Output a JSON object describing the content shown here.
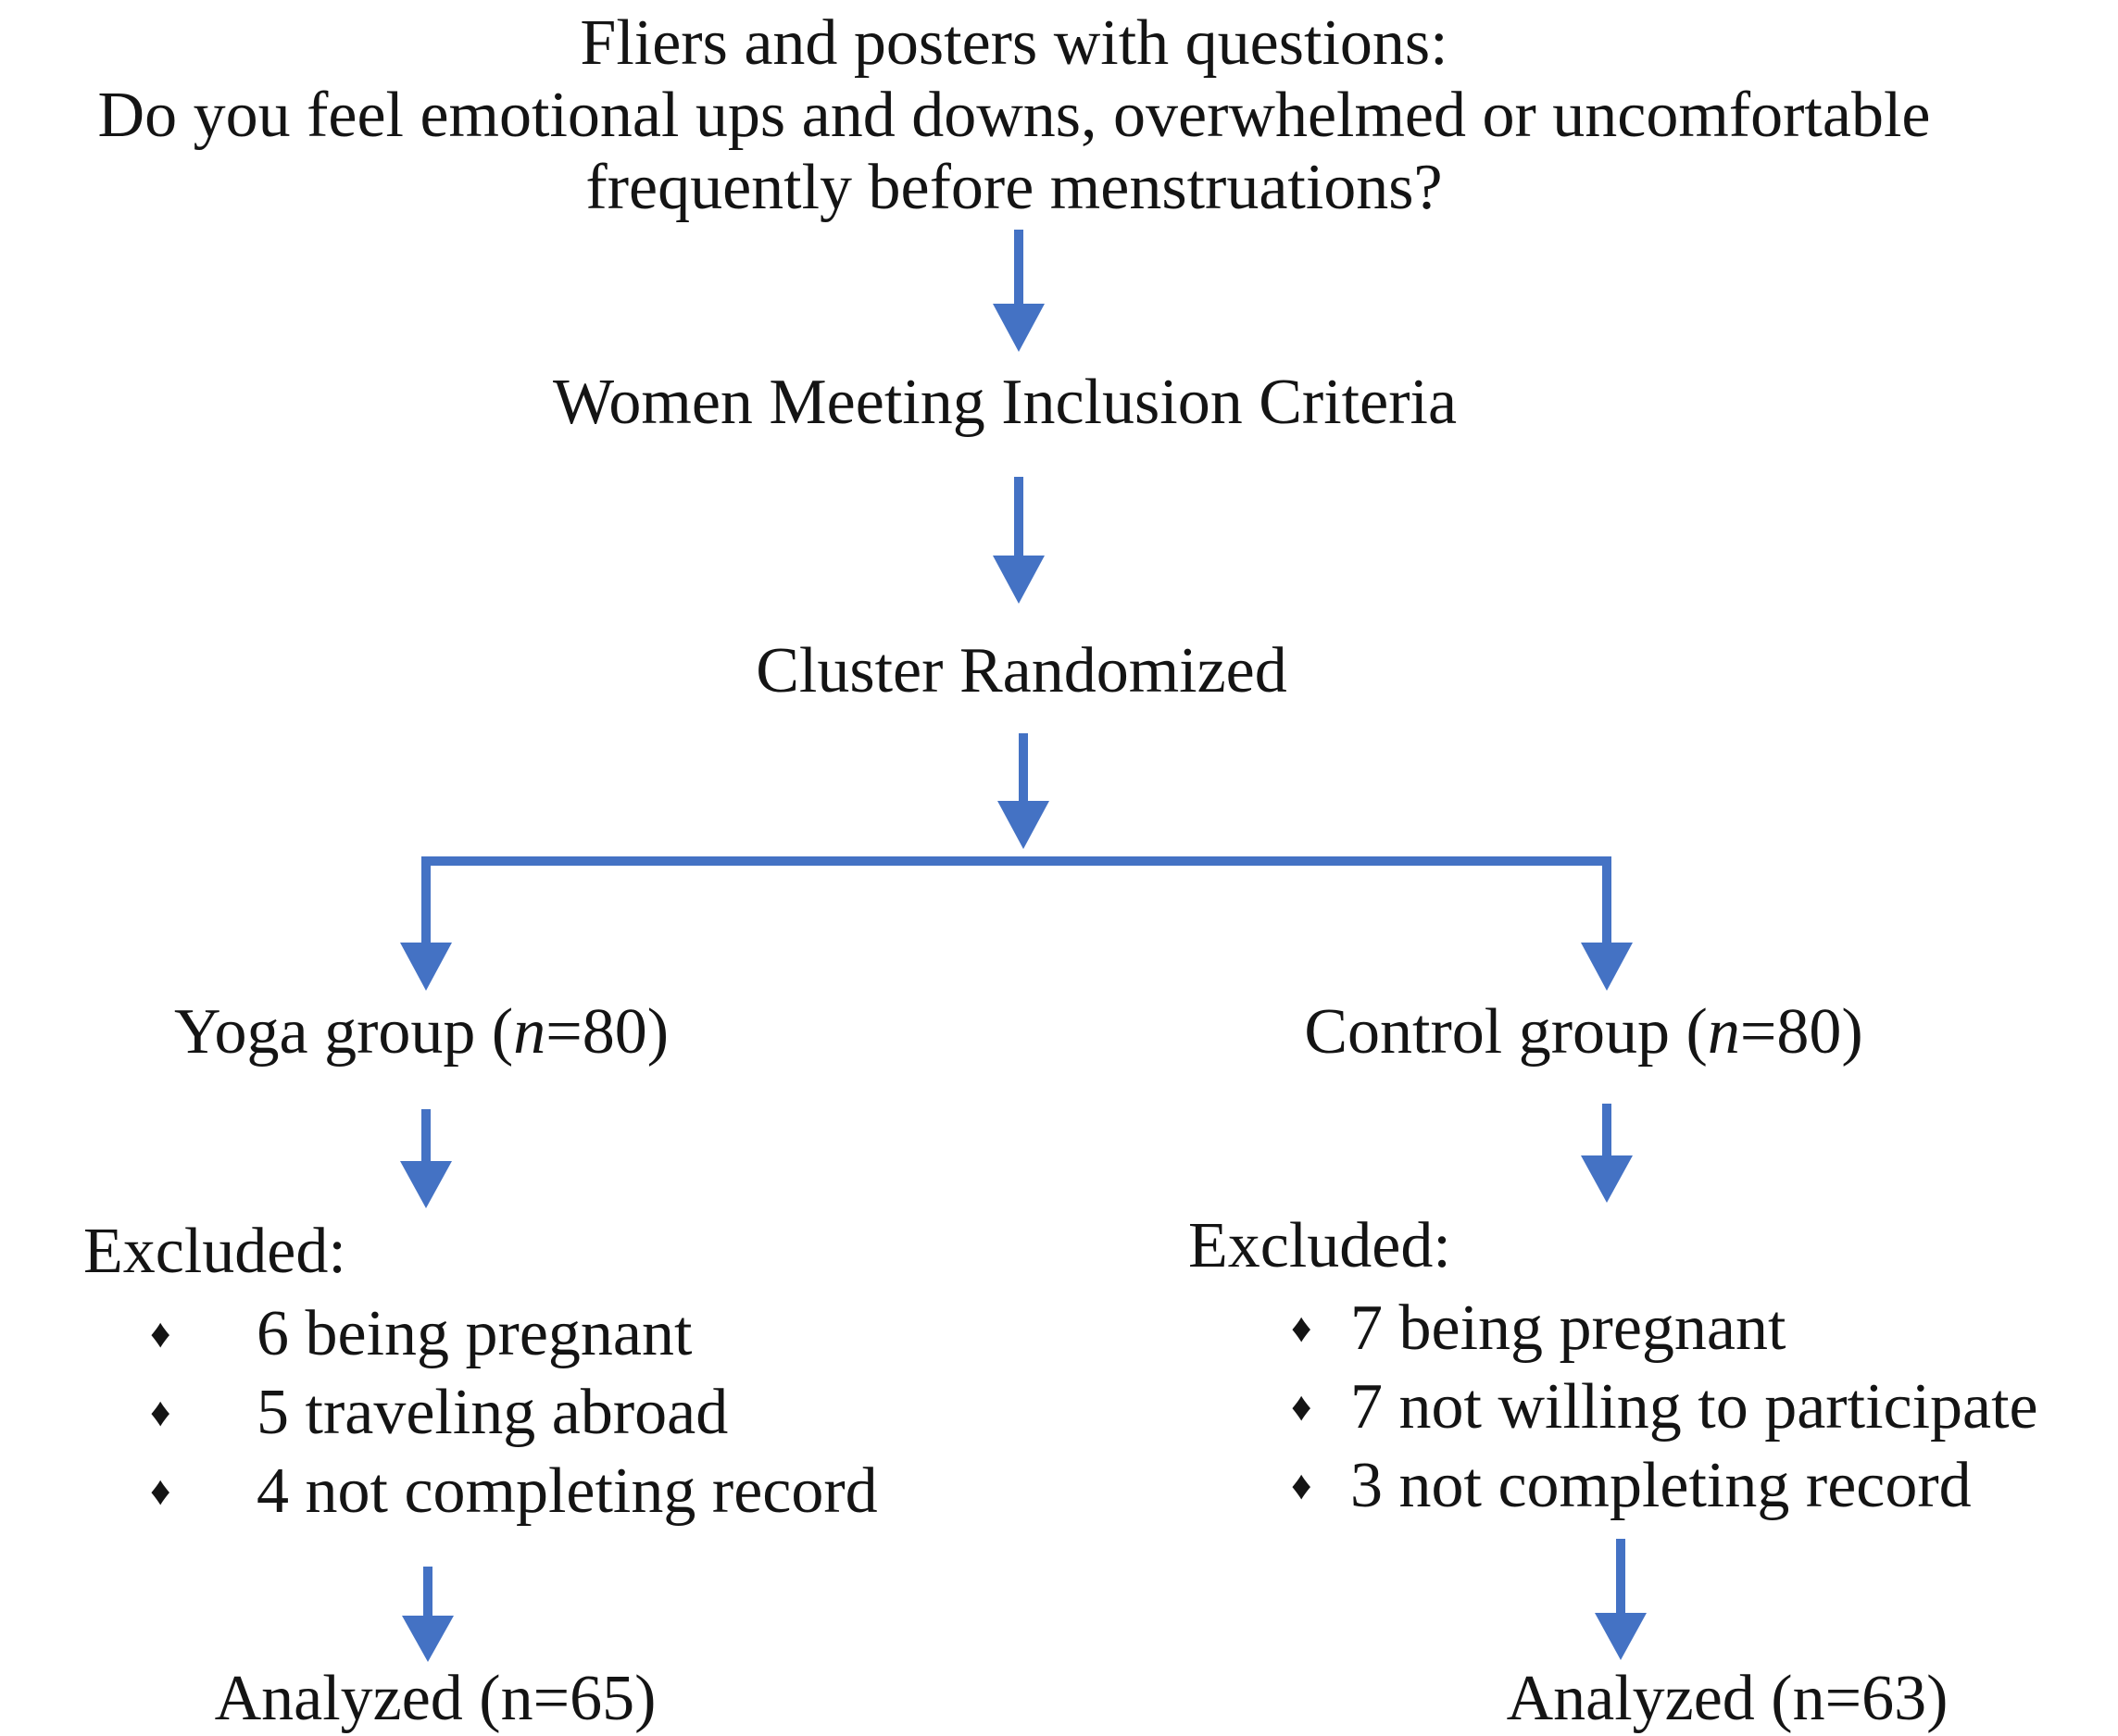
{
  "title": {
    "line1": "Fliers and posters with questions:",
    "line2": "Do you feel emotional ups and downs, overwhelmed or uncomfortable",
    "line3": "frequently before menstruations?"
  },
  "nodes": {
    "inclusion": "Women Meeting Inclusion Criteria",
    "randomized": "Cluster Randomized",
    "yoga": {
      "pre": "Yoga group (",
      "n": "n",
      "post": "=80)"
    },
    "control": {
      "pre": "Control group (",
      "n": "n",
      "post": "=80)"
    },
    "excluded_left": {
      "title": "Excluded:",
      "bullet": "♦",
      "items": [
        "6 being pregnant",
        "5 traveling abroad",
        "4 not completing record"
      ]
    },
    "excluded_right": {
      "title": "Excluded:",
      "bullet": "♦",
      "items": [
        "7 being pregnant",
        "7 not willing to participate",
        "3 not completing record"
      ]
    },
    "analyzed_left": "Analyzed (n=65)",
    "analyzed_right": "Analyzed (n=63)"
  },
  "colors": {
    "arrow": "#4472C4",
    "text": "#141414",
    "background": "#ffffff"
  }
}
